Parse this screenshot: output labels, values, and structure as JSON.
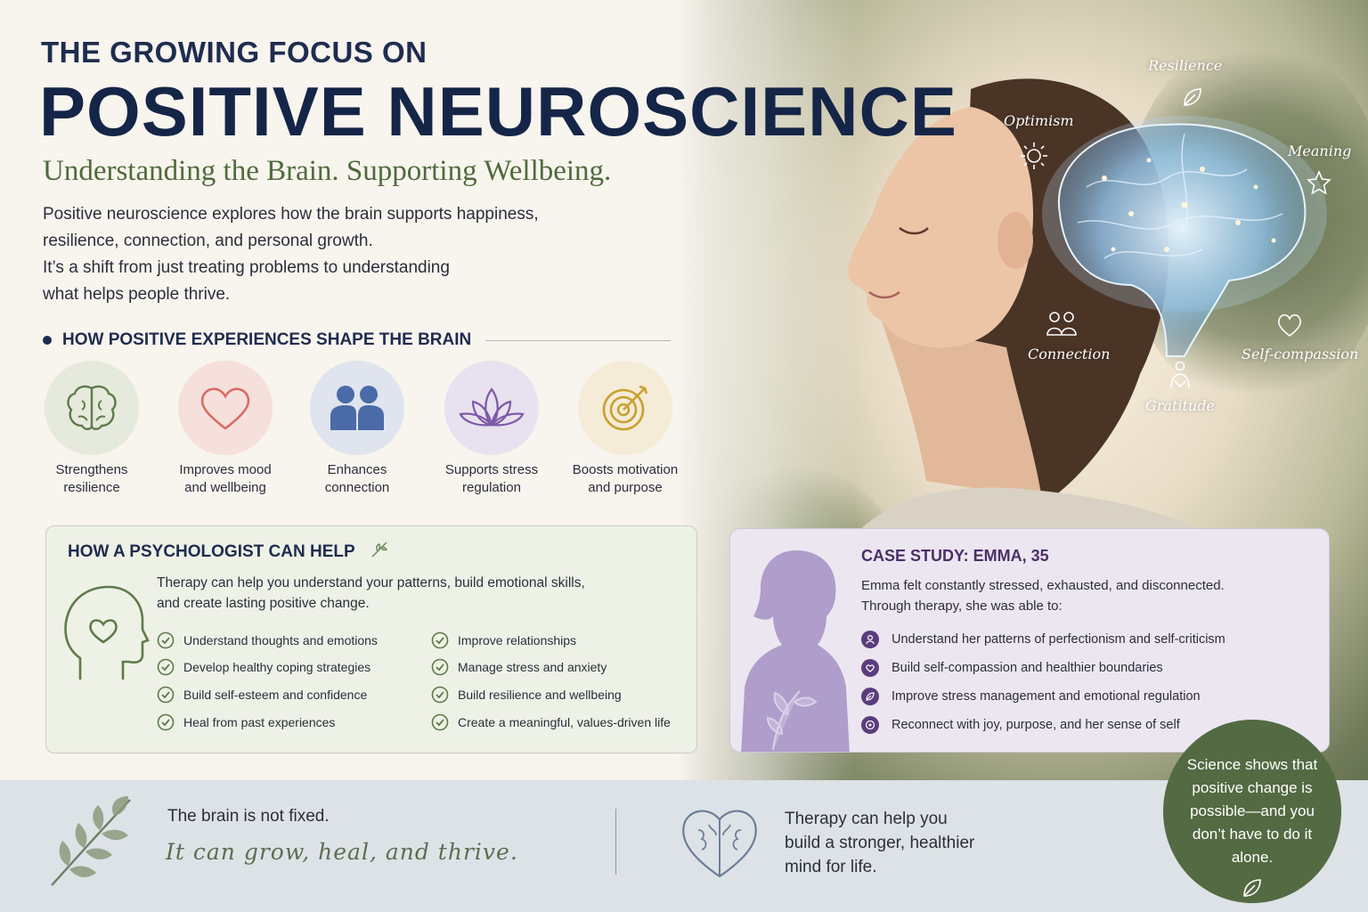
{
  "header": {
    "kicker": "THE GROWING FOCUS ON",
    "title": "POSITIVE NEUROSCIENCE",
    "subtitle": "Understanding the Brain. Supporting Wellbeing.",
    "intro": [
      "Positive neuroscience explores how the brain supports happiness,",
      "resilience, connection, and personal growth.",
      "It’s a shift from just treating problems to understanding",
      "what helps people thrive."
    ]
  },
  "brain_labels": [
    "Resilience",
    "Optimism",
    "Meaning",
    "Connection",
    "Self-compassion",
    "Gratitude"
  ],
  "shape_section": {
    "heading": "HOW POSITIVE EXPERIENCES SHAPE THE BRAIN",
    "benefits": [
      {
        "line1": "Strengthens",
        "line2": "resilience",
        "icon": "brain-icon",
        "bg": "#e6eadc",
        "color": "#5d7a4a"
      },
      {
        "line1": "Improves mood",
        "line2": "and wellbeing",
        "icon": "heart-icon",
        "bg": "#f6e0dc",
        "color": "#d96b62"
      },
      {
        "line1": "Enhances",
        "line2": "connection",
        "icon": "people-icon",
        "bg": "#dfe4ee",
        "color": "#4a6aa8"
      },
      {
        "line1": "Supports stress",
        "line2": "regulation",
        "icon": "lotus-icon",
        "bg": "#e8e1ef",
        "color": "#7d5aa6"
      },
      {
        "line1": "Boosts motivation",
        "line2": "and purpose",
        "icon": "target-icon",
        "bg": "#f4ecd6",
        "color": "#c9a030"
      }
    ]
  },
  "psychologist": {
    "title": "HOW A PSYCHOLOGIST CAN HELP",
    "desc_line1": "Therapy can help you understand your patterns, build emotional skills,",
    "desc_line2": "and create lasting positive change.",
    "items_left": [
      "Understand thoughts and emotions",
      "Develop healthy coping strategies",
      "Build self-esteem and confidence",
      "Heal from past experiences"
    ],
    "items_right": [
      "Improve relationships",
      "Manage stress and anxiety",
      "Build resilience and wellbeing",
      "Create a meaningful, values-driven life"
    ]
  },
  "case_study": {
    "title": "CASE STUDY: EMMA, 35",
    "desc_line1": "Emma felt constantly stressed, exhausted, and disconnected.",
    "desc_line2": "Through therapy, she was able to:",
    "items": [
      "Understand her patterns of perfectionism and self-criticism",
      "Build self-compassion and healthier boundaries",
      "Improve stress management and emotional regulation",
      "Reconnect with joy, purpose, and her sense of self"
    ]
  },
  "footer": {
    "line1": "The brain is not fixed.",
    "line2": "It can grow, heal, and thrive.",
    "right_line1": "Therapy can help you",
    "right_line2": "build a stronger, healthier",
    "right_line3": "mind for life.",
    "badge": "Science shows that positive change is possible—and you don’t have to do it alone."
  },
  "colors": {
    "navy": "#152547",
    "green": "#4f6b3b",
    "purple": "#4a2f66",
    "badge": "#536a42"
  }
}
